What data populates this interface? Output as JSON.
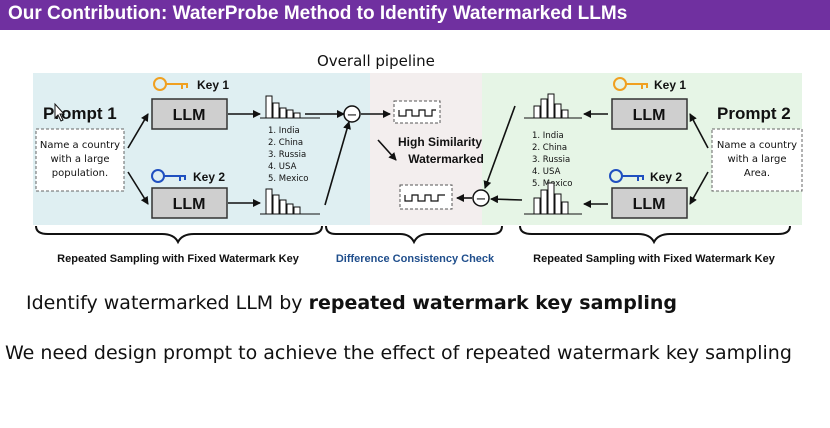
{
  "title": "Our Contribution: WaterProbe Method to Identify Watermarked LLMs",
  "pipeline_title": "Overall pipeline",
  "left": {
    "prompt_label": "Prompt 1",
    "prompt_text": [
      "Name a country",
      "with a large",
      "population."
    ],
    "key1": "Key 1",
    "key2": "Key 2",
    "llm": "LLM",
    "list": [
      "1. India",
      "2. China",
      "3. Russia",
      "4. USA",
      "5. Mexico"
    ],
    "caption": "Repeated Sampling with Fixed Watermark Key"
  },
  "right": {
    "prompt_label": "Prompt 2",
    "prompt_text": [
      "Name a country",
      "with a large",
      "Area."
    ],
    "key1": "Key 1",
    "key2": "Key 2",
    "llm": "LLM",
    "list": [
      "1. India",
      "2. China",
      "3. Russia",
      "4. USA",
      "5. Mexico"
    ],
    "caption": "Repeated Sampling with Fixed Watermark Key"
  },
  "middle": {
    "similarity_line1": "High Similarity",
    "similarity_line2": "Watermarked",
    "caption": "Difference Consistency Check",
    "minus_symbol": "−"
  },
  "colors": {
    "title_bar": "#7030a0",
    "left_panel": "#dfeff2",
    "right_panel": "#e6f5e6",
    "key_left": "#f0a020",
    "key_blue": "#2050c0",
    "caption_blue": "#1f4e8c"
  },
  "text": {
    "line1_pre": "Identify watermarked LLM by ",
    "line1_bold": "repeated watermark key sampling",
    "line2": "We need design prompt to achieve the effect of repeated watermark key sampling"
  }
}
